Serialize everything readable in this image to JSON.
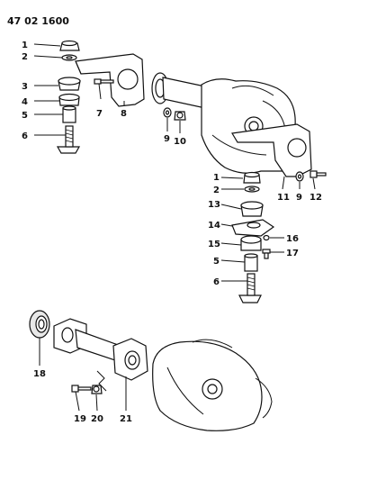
{
  "diagram": {
    "code": "47 02 1600",
    "callouts": [
      "1",
      "2",
      "3",
      "4",
      "5",
      "6",
      "7",
      "8",
      "9",
      "10",
      "1",
      "2",
      "13",
      "14",
      "15",
      "16",
      "17",
      "5",
      "6",
      "11",
      "9",
      "12",
      "18",
      "19",
      "20",
      "21"
    ]
  }
}
